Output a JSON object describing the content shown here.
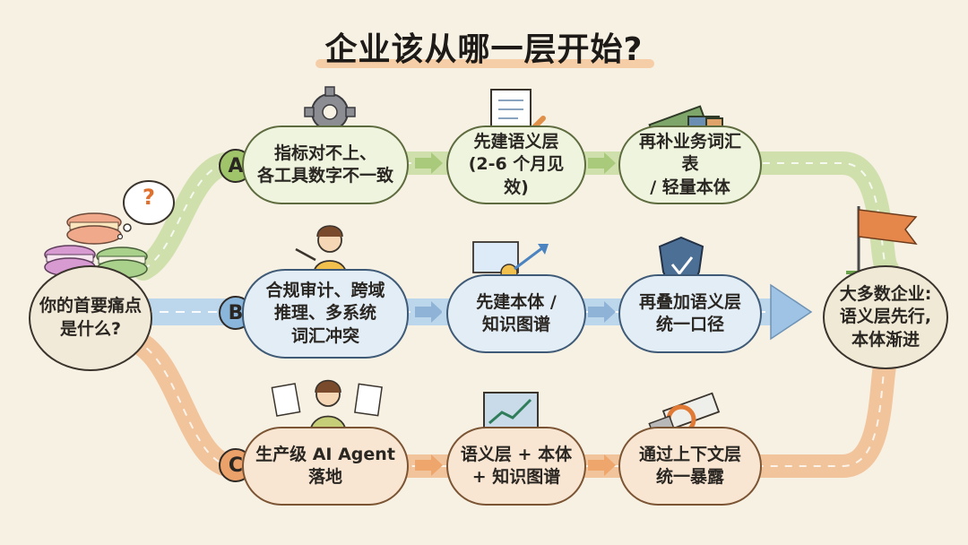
{
  "title": "企业该从哪一层开始?",
  "start": {
    "line1": "你的首要痛点",
    "line2": "是什么?"
  },
  "question_mark": "?",
  "end": {
    "line1": "大多数企业:",
    "line2": "语义层先行,",
    "line3": "本体渐进"
  },
  "rows": [
    {
      "badge": "A",
      "pain": {
        "line1": "指标对不上、",
        "line2": "各工具数字不一致"
      },
      "step1": {
        "line1": "先建语义层",
        "line2": "(2-6 个月见效)"
      },
      "step2": {
        "line1": "再补业务词汇表",
        "line2": "/ 轻量本体"
      }
    },
    {
      "badge": "B",
      "pain": {
        "line1": "合规审计、跨域",
        "line2": "推理、多系统",
        "line3": "词汇冲突"
      },
      "step1": {
        "line1": "先建本体 /",
        "line2": "知识图谱"
      },
      "step2": {
        "line1": "再叠加语义层",
        "line2": "统一口径"
      }
    },
    {
      "badge": "C",
      "pain": {
        "line1": "生产级 AI Agent",
        "line2": "落地"
      },
      "step1": {
        "line1": "语义层 + 本体",
        "line2": "+ 知识图谱"
      },
      "step2": {
        "line1": "通过上下文层",
        "line2": "统一暴露"
      }
    }
  ],
  "colors": {
    "row_a": "#9fc46a",
    "row_b": "#8bb6dc",
    "row_c": "#eba26a",
    "background": "#f7f1e4"
  },
  "icons": [
    "macaron-icon",
    "question-bubble-icon",
    "gear-icon",
    "document-pen-icon",
    "books-icon",
    "teacher-icon",
    "network-icon",
    "shield-icon",
    "presenter-icon",
    "monitor-chart-icon",
    "scroll-icon",
    "flag-icon"
  ]
}
